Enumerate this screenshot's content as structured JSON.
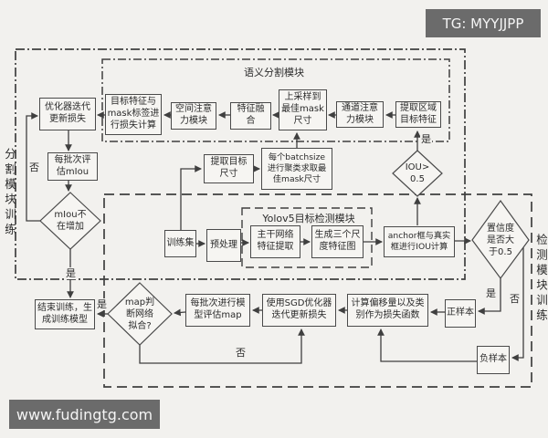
{
  "badges": {
    "tg": "TG: MYYJJPP",
    "site": "www.fudingtg.com"
  },
  "containers": {
    "segmentation_training": "分割模块训练",
    "semantic_module": "语义分割模块",
    "detection_training": "检测模块训练",
    "yolo_module": "Yolov5目标检测模块"
  },
  "nodes": {
    "optimizer": "优化器迭代\n更新损失",
    "loss_calc": "目标特征与\nmask标签进\n行损失计算",
    "spatial_attention": "空间注意\n力模块",
    "feature_fusion": "特征融\n合",
    "upsample_mask": "上采样到\n最佳mask\n尺寸",
    "channel_attention": "通道注意\n力模块",
    "extract_region": "提取区域\n目标特征",
    "batch_miou": "每批次评\n估mIou",
    "extract_target_size": "提取目标\n尺寸",
    "batchsize_cluster": "每个batchsize\n进行聚类求取最\n佳mask尺寸",
    "train_set": "训练集",
    "preprocess": "预处理",
    "backbone": "主干网络\n特征提取",
    "three_scale": "生成三个尺\n度特征图",
    "anchor_iou": "anchor框与真实\n框进行IOU计算",
    "end_training": "结束训练，生\n成训练模型",
    "batch_map": "每批次进行模\n型评估map",
    "sgd_update": "使用SGD优化器\n迭代更新损失",
    "offset_loss": "计算偏移量以及类\n别作为损失函数",
    "positive_sample": "正样本",
    "negative_sample": "负样本"
  },
  "decisions": {
    "miou": "mIou不\n在增加",
    "iou": "IOU>\n0.5",
    "confidence": "置信度\n是否大\n于0.5",
    "map": "map判\n断网络\n拟合?"
  },
  "edges": {
    "miou_no": "否",
    "miou_yes": "是",
    "map_yes": "是",
    "map_no": "否",
    "iou_yes": "是",
    "conf_yes": "是",
    "conf_no": "否"
  },
  "colors": {
    "background": "#f2f1ee",
    "line": "#3f3f3f",
    "node_fill": "#f6f5f2",
    "badge_bg": "#6b6b6b",
    "badge_text": "#f4f4f4"
  }
}
